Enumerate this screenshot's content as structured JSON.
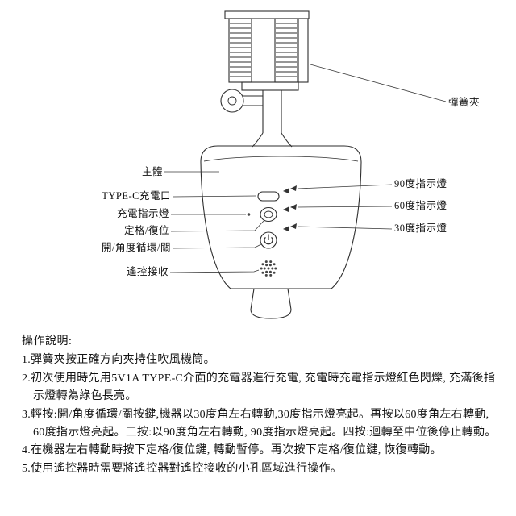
{
  "diagram": {
    "labels": {
      "spring_clamp": "彈簧夾",
      "main_body": "主體",
      "typec_port": "TYPE-C充電口",
      "charge_indicator": "充電指示燈",
      "fix_reset": "定格/復位",
      "power_angle_cycle": "開/角度循環/關",
      "remote_receiver": "遙控接收",
      "led_90": "90度指示燈",
      "led_60": "60度指示燈",
      "led_30": "30度指示燈"
    }
  },
  "instructions": {
    "title": "操作說明:",
    "items": [
      "1.彈簧夾按正確方向夾持住吹風機筒。",
      "2.初次使用時先用5V1A TYPE-C介面的充電器進行充電, 充電時充電指示燈紅色閃爍, 充滿後指示燈轉為綠色長亮。",
      "3.輕按:開/角度循環/關按鍵,機器以30度角左右轉動,30度指示燈亮起。再按以60度角左右轉動, 60度指示燈亮起。三按:以90度角左右轉動, 90度指示燈亮起。四按:迴轉至中位後停止轉動。",
      "4.在機器左右轉動時按下定格/復位鍵, 轉動暫停。再次按下定格/復位鍵, 恢復轉動。",
      "5.使用遙控器時需要將遙控器對遙控接收的小孔區域進行操作。"
    ]
  }
}
